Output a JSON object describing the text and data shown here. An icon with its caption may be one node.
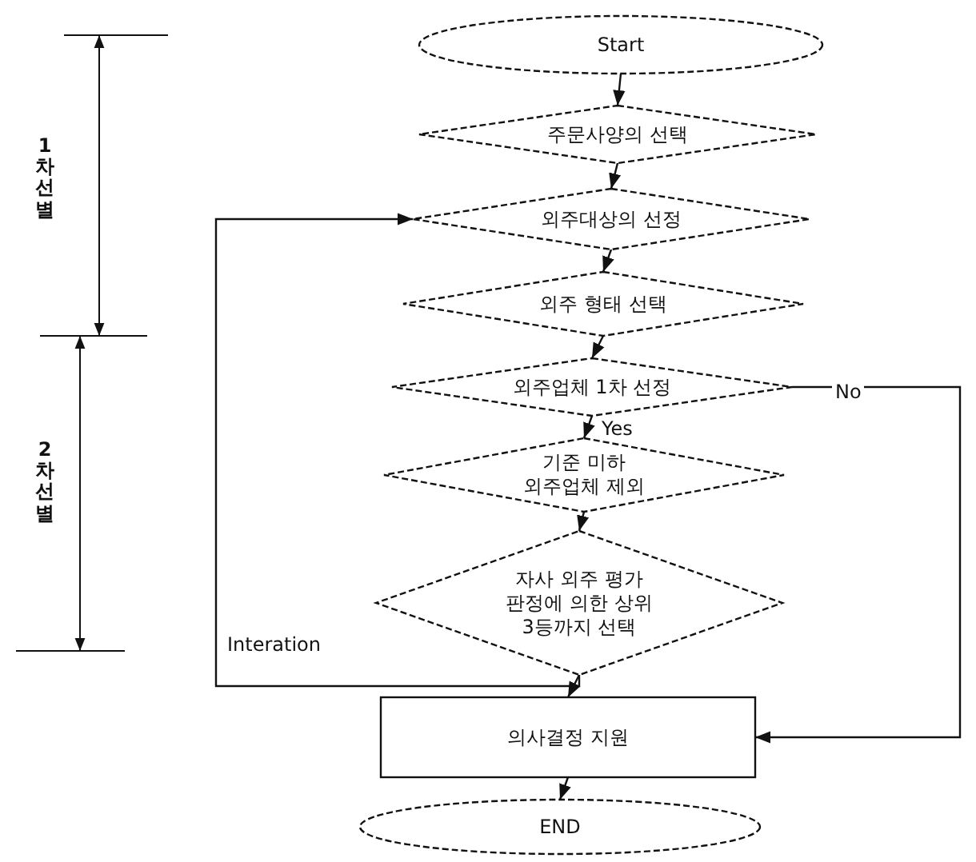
{
  "diagram": {
    "nodes": [
      {
        "text": [
          "Start"
        ]
      },
      {
        "text": [
          "주문사양의 선택"
        ]
      },
      {
        "text": [
          "외주대상의 선정"
        ]
      },
      {
        "text": [
          "외주 형태 선택"
        ]
      },
      {
        "text": [
          "외주업체 1차 선정"
        ]
      },
      {
        "text": [
          "기준 미하 외주업체 제외"
        ]
      },
      {
        "text": [
          "자사 외주 평가 판정에 의한 상위 3등까지 선택"
        ]
      },
      {
        "text": [
          "의사결정 지원"
        ]
      },
      {
        "text": [
          "END"
        ]
      }
    ],
    "edges": [
      {
        "from": 0,
        "to": 1,
        "arrow": "to"
      },
      {
        "from": 1,
        "to": 2,
        "arrow": "to"
      },
      {
        "from": 2,
        "to": 3,
        "arrow": "to"
      },
      {
        "from": 3,
        "to": 4,
        "arrow": "to"
      },
      {
        "from": 4,
        "to": 5,
        "arrow": "to",
        "label": "Yes"
      },
      {
        "from": 4,
        "to": 7,
        "arrow": "to",
        "label": "No"
      },
      {
        "from": 5,
        "to": 6,
        "arrow": "to"
      },
      {
        "from": 6,
        "to": 7,
        "arrow": "to"
      },
      {
        "from": 6,
        "to": 2,
        "arrow": "to",
        "label": "Interation"
      },
      {
        "from": 7,
        "to": 8,
        "arrow": "to"
      }
    ],
    "labels": [
      "1차선별",
      "2차선별"
    ]
  }
}
